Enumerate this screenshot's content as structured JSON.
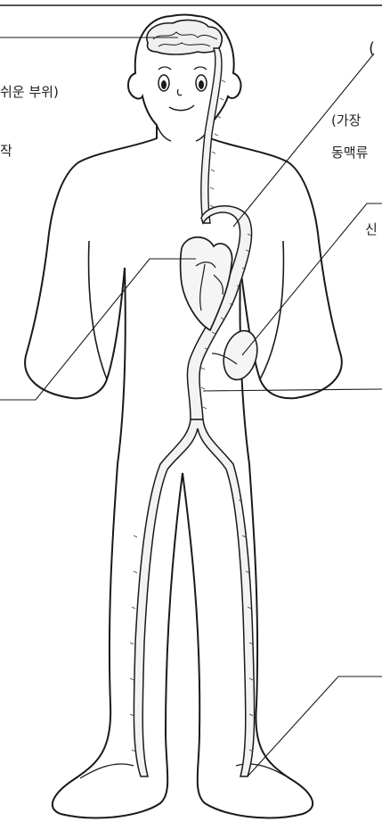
{
  "labels": {
    "left_1": "쉬운 부위)",
    "left_2": "작",
    "right_1": "(가장",
    "right_2": "동맥류",
    "right_3": "신",
    "right_4": "("
  },
  "colors": {
    "stroke": "#1a1a1a",
    "vessel_fill": "#f3f3f3",
    "hatch": "#444444"
  }
}
